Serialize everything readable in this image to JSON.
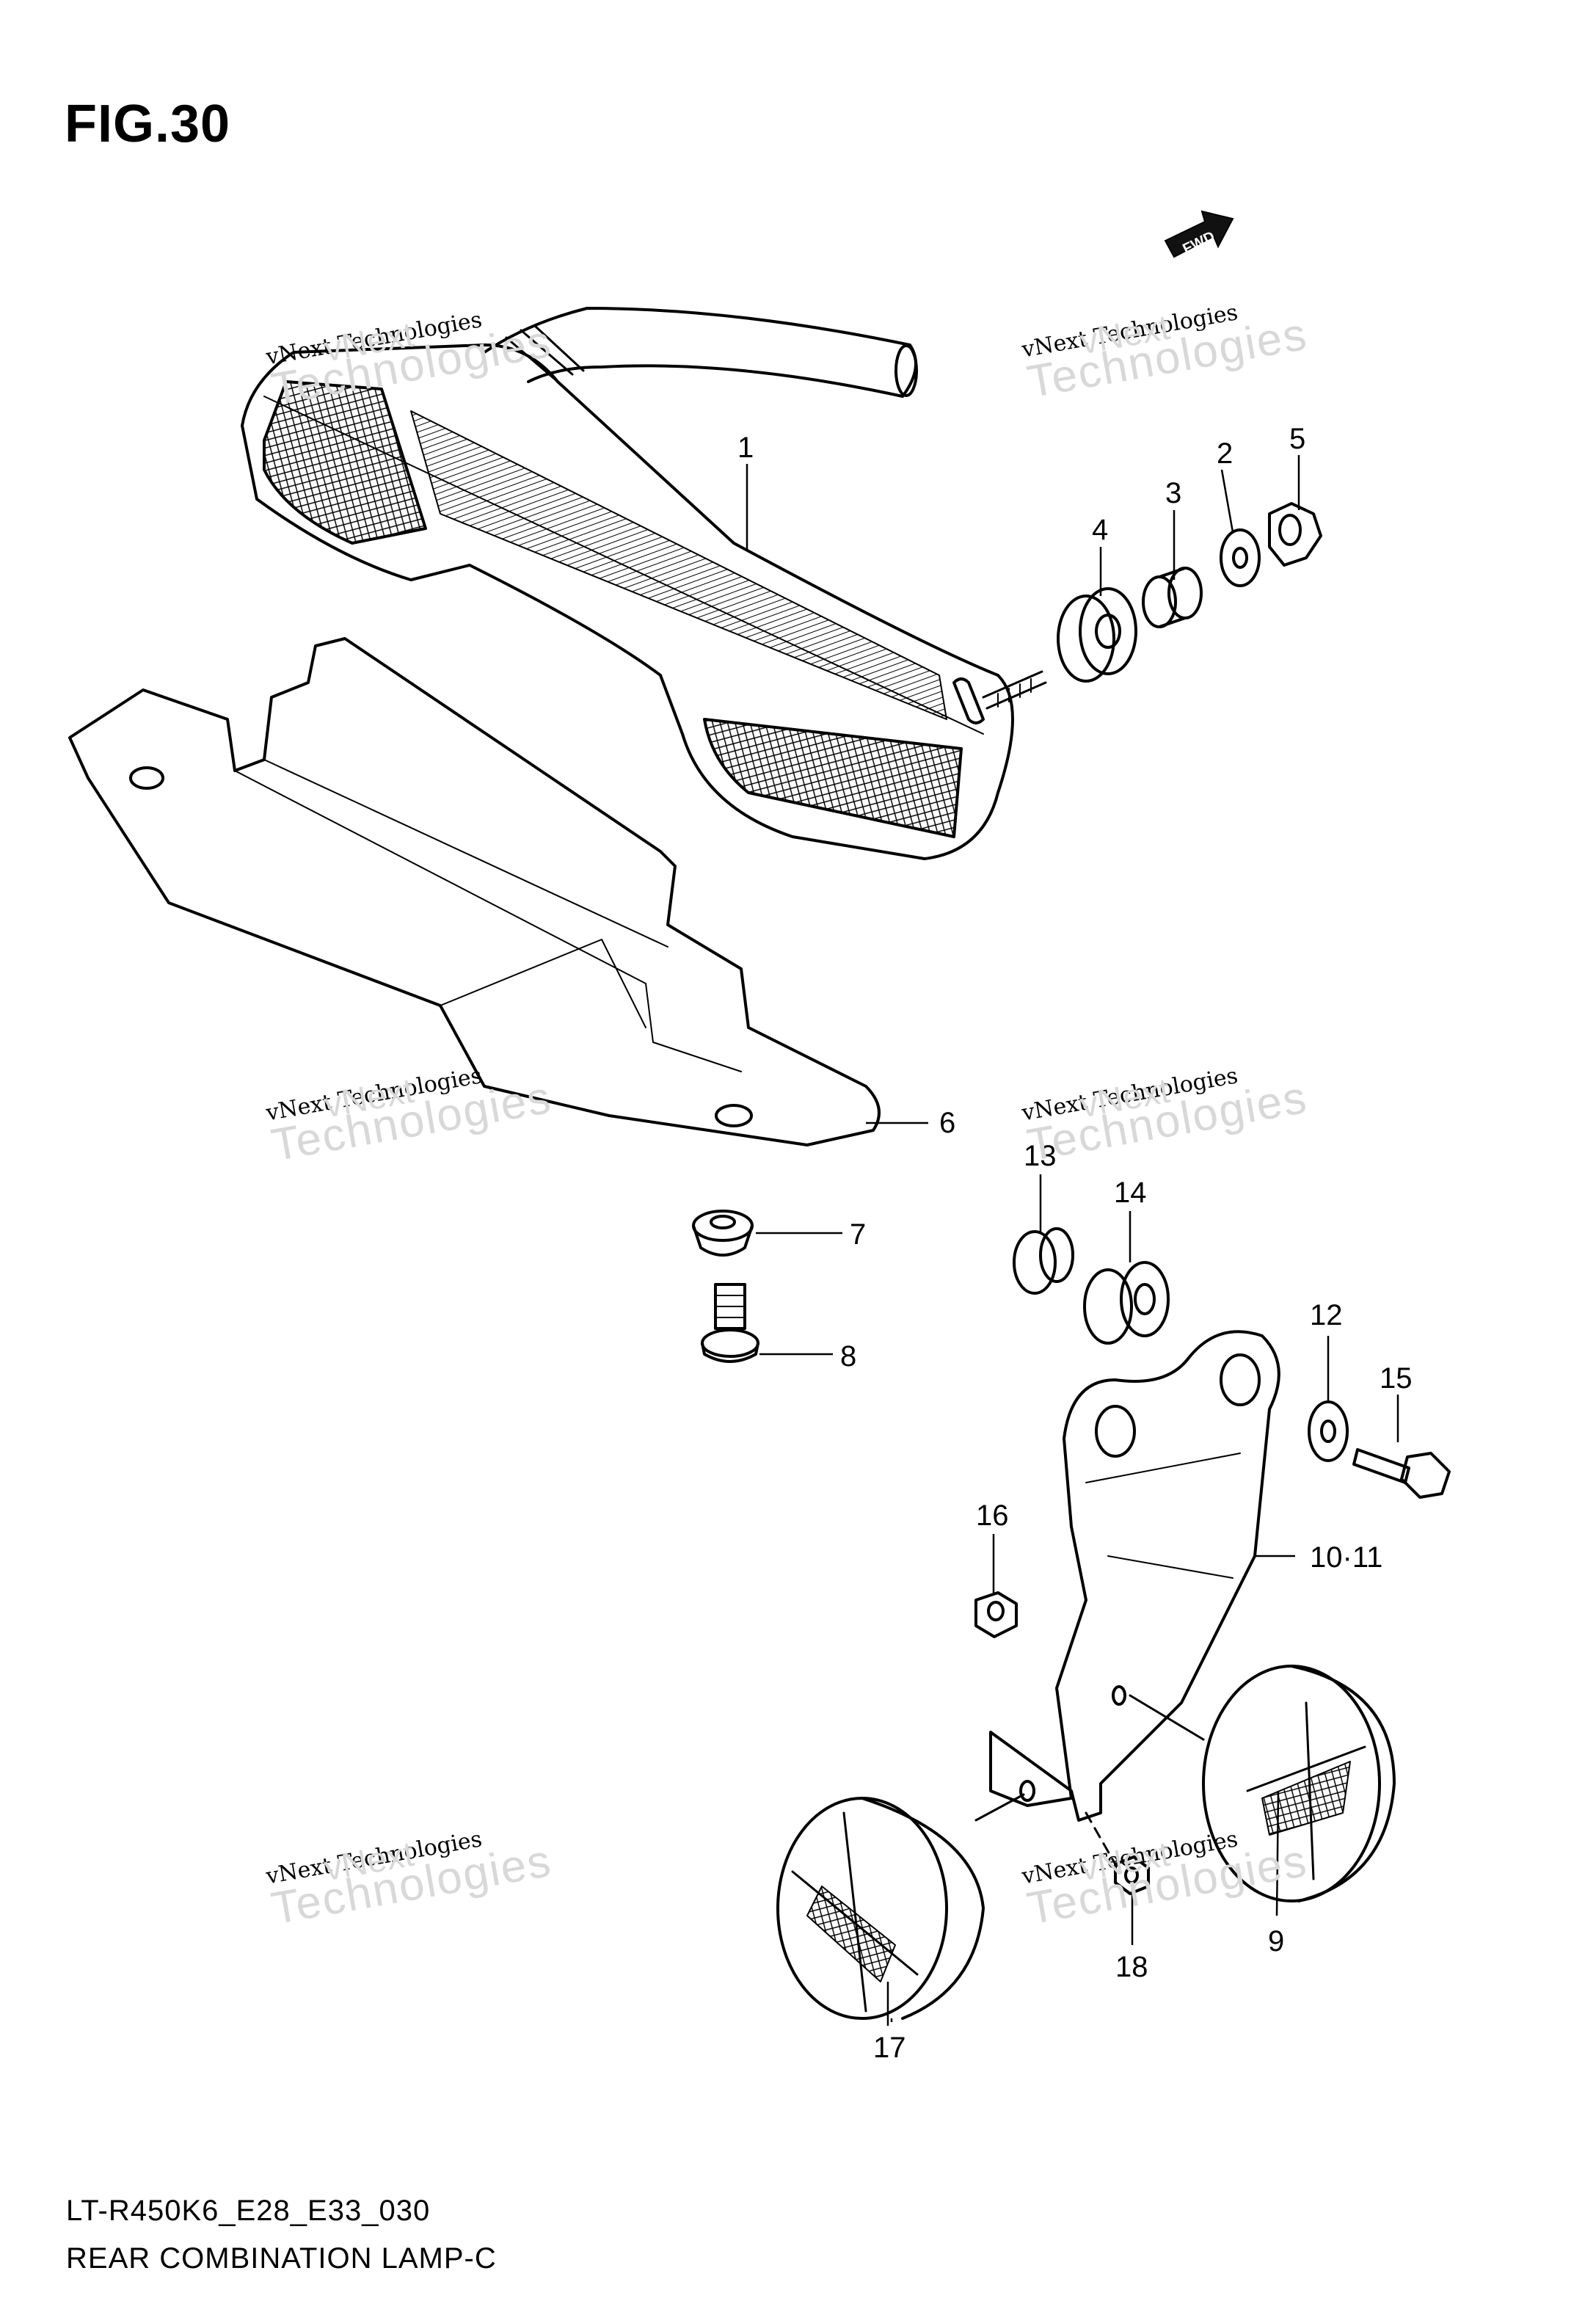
{
  "figure": {
    "title": "FIG.30",
    "fwd_badge": "FWD"
  },
  "callouts": [
    "1",
    "2",
    "3",
    "4",
    "5",
    "6",
    "7",
    "8",
    "9",
    "10·11",
    "12",
    "13",
    "14",
    "15",
    "16",
    "17",
    "18"
  ],
  "footer": {
    "model_code": "LT-R450K6_E28_E33_030",
    "part_title": "REAR COMBINATION LAMP-C"
  },
  "watermark": {
    "line1": "vNext Technologies",
    "line2": "Technologies",
    "line3": "vNext"
  }
}
